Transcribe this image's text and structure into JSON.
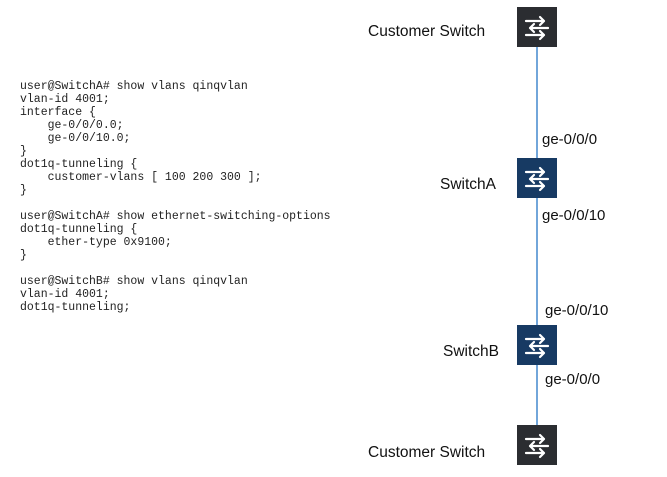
{
  "code_lines": [
    "user@SwitchA# show vlans qinqvlan",
    "vlan-id 4001;",
    "interface {",
    "    ge-0/0/0.0;",
    "    ge-0/0/10.0;",
    "}",
    "dot1q-tunneling {",
    "    customer-vlans [ 100 200 300 ];",
    "}",
    "",
    "user@SwitchA# show ethernet-switching-options",
    "dot1q-tunneling {",
    "    ether-type 0x9100;",
    "}",
    "",
    "user@SwitchB# show vlans qinqvlan",
    "vlan-id 4001;",
    "dot1q-tunneling;"
  ],
  "nodes": {
    "customer_switch_top": {
      "label": "Customer Switch",
      "icon": "switch-icon",
      "fill": "#2b2d31"
    },
    "switch_a": {
      "label": "SwitchA",
      "icon": "switch-icon",
      "fill": "#173a63"
    },
    "switch_b": {
      "label": "SwitchB",
      "icon": "switch-icon",
      "fill": "#173a63"
    },
    "customer_switch_bottom": {
      "label": "Customer Switch",
      "icon": "switch-icon",
      "fill": "#2b2d31"
    }
  },
  "ports": {
    "a_upper": "ge-0/0/0",
    "a_lower": "ge-0/0/10",
    "b_upper": "ge-0/0/10",
    "b_lower": "ge-0/0/0"
  },
  "colors": {
    "link": "#4f8fd0",
    "text": "#111111"
  }
}
